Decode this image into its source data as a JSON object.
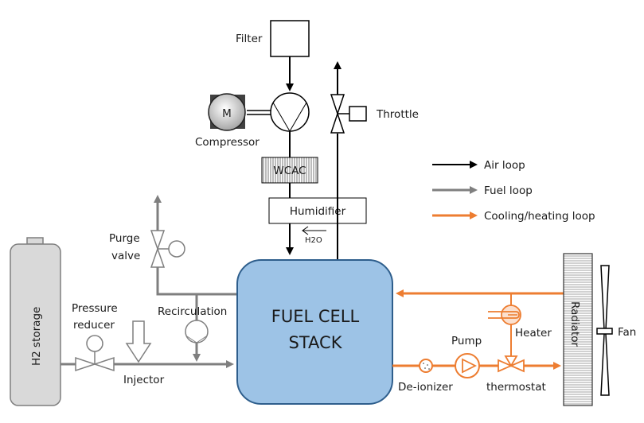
{
  "diagram": {
    "title": "Fuel cell system schematic",
    "colors": {
      "air": "#000000",
      "fuel": "#7f7f7f",
      "cooling": "#ed7d31",
      "stack_fill": "#9dc3e6",
      "stack_stroke": "#2e5e8c",
      "tank_fill": "#d9d9d9"
    },
    "labels": {
      "filter": "Filter",
      "compressor": "Compressor",
      "motor": "M",
      "throttle": "Throttle",
      "wcac": "WCAC",
      "humidifier": "Humidifier",
      "h2o": "H2O",
      "stack_line1": "FUEL CELL",
      "stack_line2": "STACK",
      "purge_line1": "Purge",
      "purge_line2": "valve",
      "recirculation": "Recirculation",
      "pressure_line1": "Pressure",
      "pressure_line2": "reducer",
      "injector": "Injector",
      "h2_storage": "H2 storage",
      "heater": "Heater",
      "pump": "Pump",
      "deionizer": "De-ionizer",
      "thermostat": "thermostat",
      "radiator": "Radiator",
      "fan": "Fan"
    },
    "legend": [
      {
        "label": "Air loop",
        "color": "#000000",
        "icon": "arrow-right"
      },
      {
        "label": "Fuel loop",
        "color": "#7f7f7f",
        "icon": "arrow-right"
      },
      {
        "label": "Cooling/heating loop",
        "color": "#ed7d31",
        "icon": "arrow-right"
      }
    ]
  }
}
